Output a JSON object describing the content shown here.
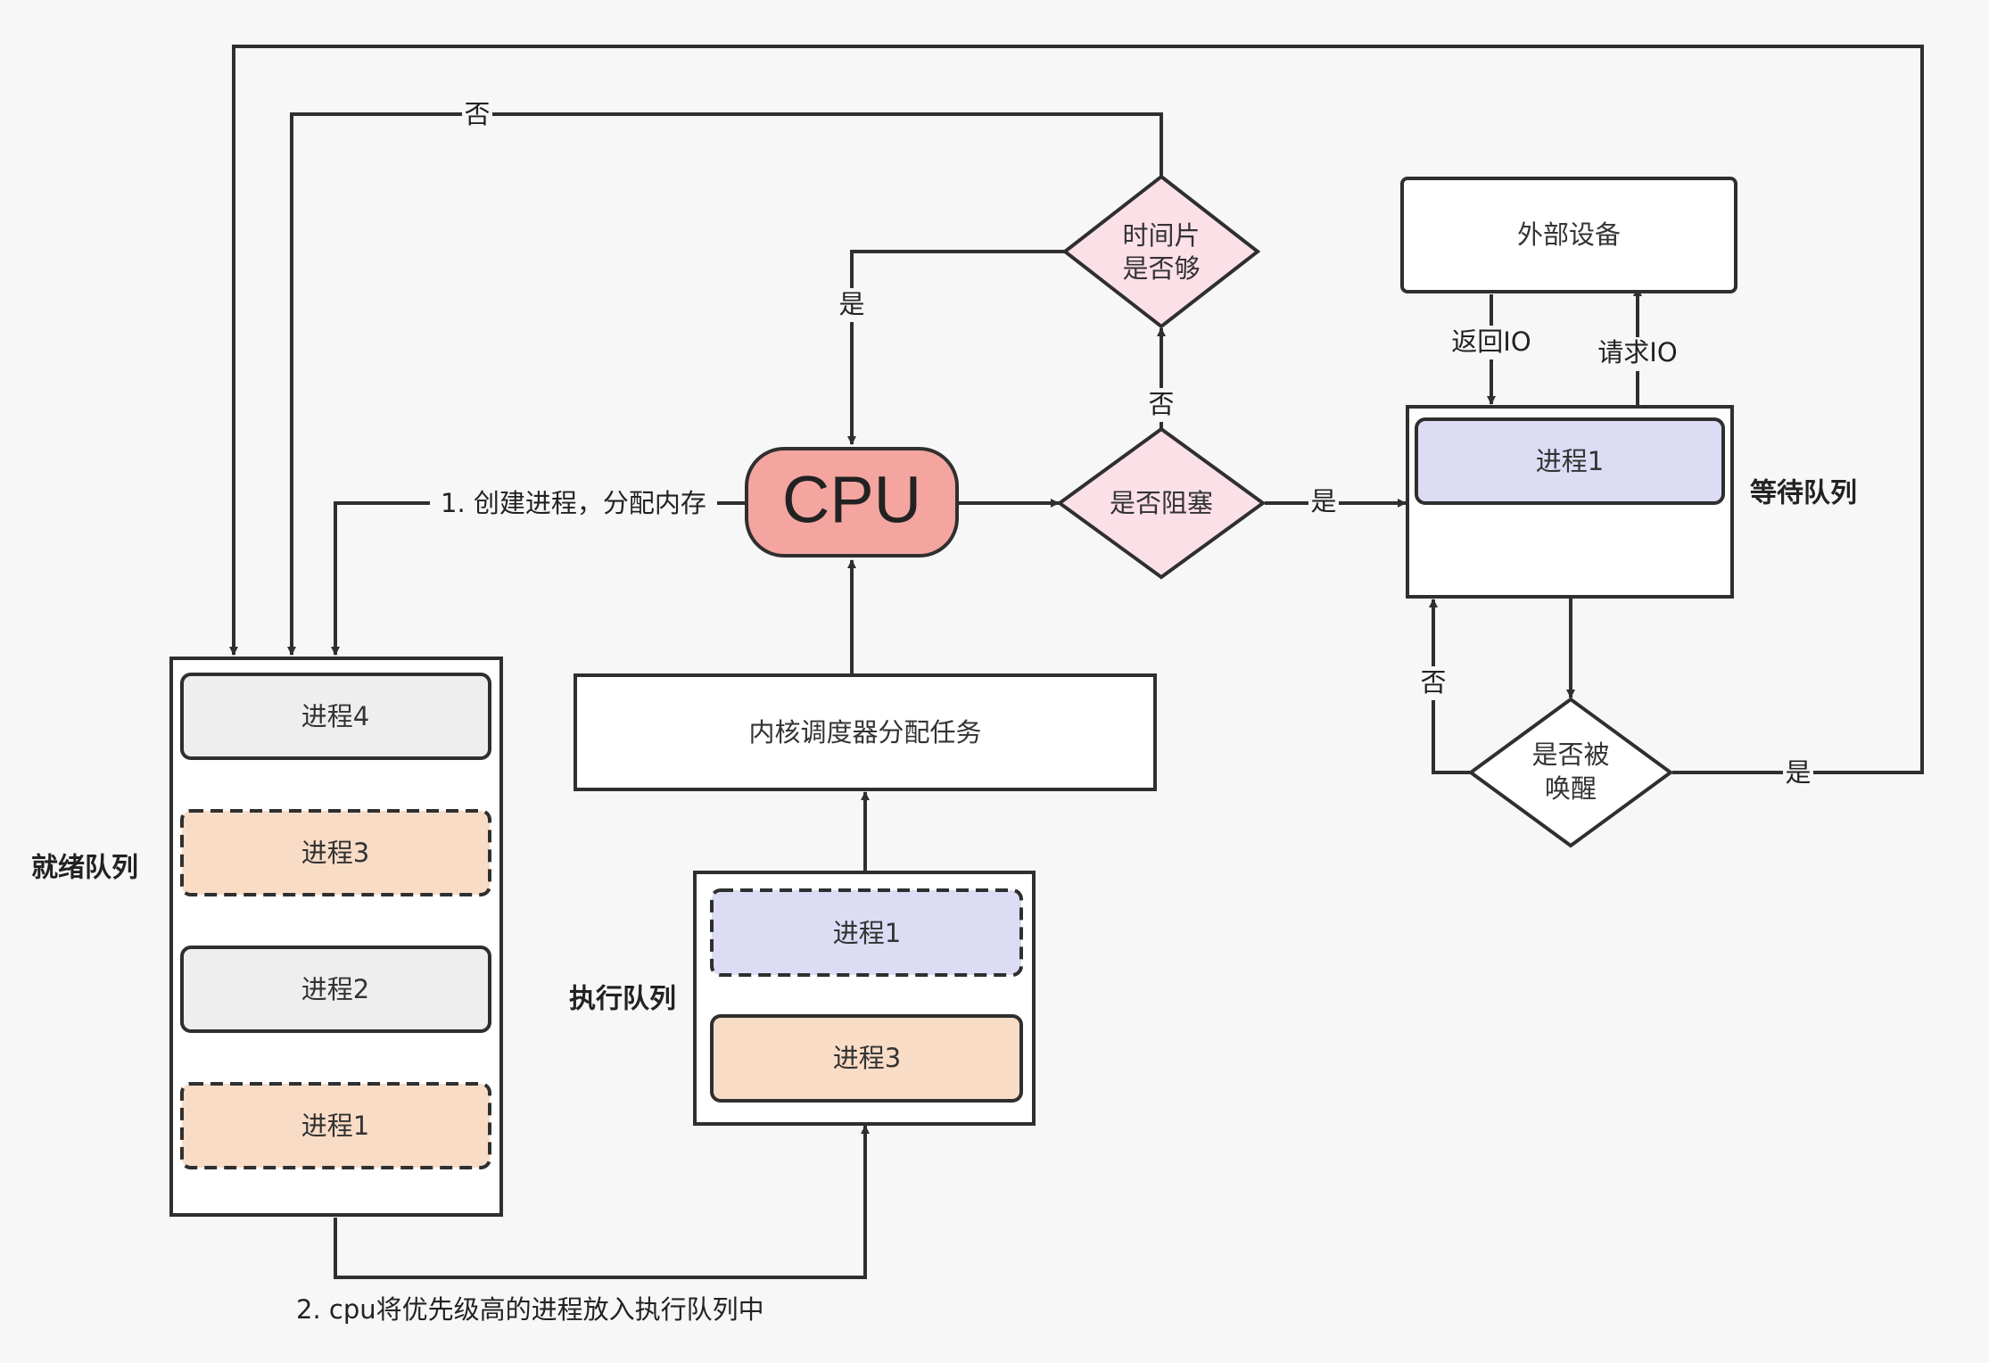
{
  "nodes": {
    "cpu": "CPU",
    "blocked": "是否阻塞",
    "time_slice": [
      "时间片",
      "是否够"
    ],
    "scheduler": "内核调度器分配任务",
    "external": "外部设备",
    "awaken": [
      "是否被",
      "唤醒"
    ]
  },
  "queues": {
    "ready": {
      "label": "就绪队列",
      "items": [
        "进程4",
        "进程3",
        "进程2",
        "进程1"
      ]
    },
    "exec": {
      "label": "执行队列",
      "items": [
        "进程1",
        "进程3"
      ]
    },
    "wait": {
      "label": "等待队列",
      "items": [
        "进程1"
      ]
    }
  },
  "edge_labels": {
    "create": "1. 创建进程，分配内存",
    "to_exec": "2. cpu将优先级高的进程放入执行队列中",
    "no": "否",
    "yes": "是",
    "return_io": "返回IO",
    "request_io": "请求IO"
  },
  "colors": {
    "cpu_fill": "#f4a5a0",
    "decision_fill": "#fbe0e8",
    "gray_fill": "#eeeeee",
    "peach_fill": "#f9dcc6",
    "lavender_fill": "#dcdcf5"
  }
}
